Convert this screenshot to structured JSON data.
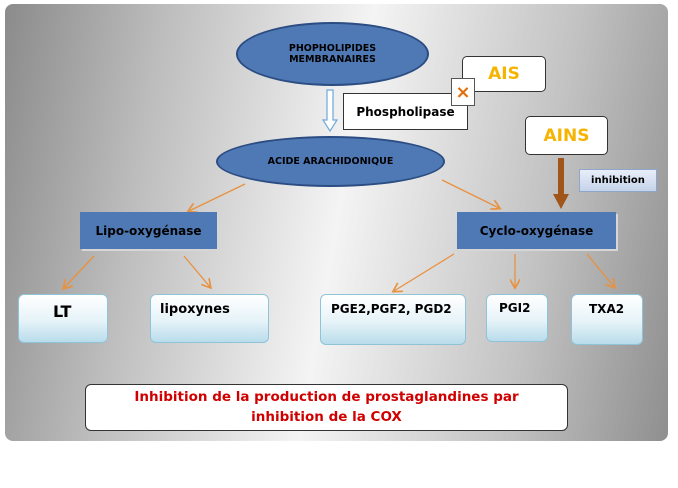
{
  "diagram": {
    "phospholipides": "PHOPHOLIPIDES\nMEMBRANAIRES",
    "phospholipase": "Phospholipase",
    "ais": "AIS",
    "x_mark": "×",
    "ains": "AINS",
    "inhibition": "inhibition",
    "acide": "ACIDE ARACHIDONIQUE",
    "lipo": "Lipo-oxygénase",
    "cyclo": "Cyclo-oxygénase",
    "lt": "LT",
    "lipoxynes": "lipoxynes",
    "pge": "PGE2,PGF2, PGD2",
    "pgi2": "PGI2",
    "txa2": "TXA2",
    "conclusion": "Inhibition de la production de prostaglandines par inhibition de la COX"
  },
  "colors": {
    "ellipse_fill": "#4f79b5",
    "box_fill": "#4f79b5",
    "ais_text": "#f5b400",
    "x_mark": "#e36c0a",
    "arrow_orange": "#e8913f",
    "ains_arrow": "#a0561a",
    "conclusion_text": "#d00000"
  }
}
